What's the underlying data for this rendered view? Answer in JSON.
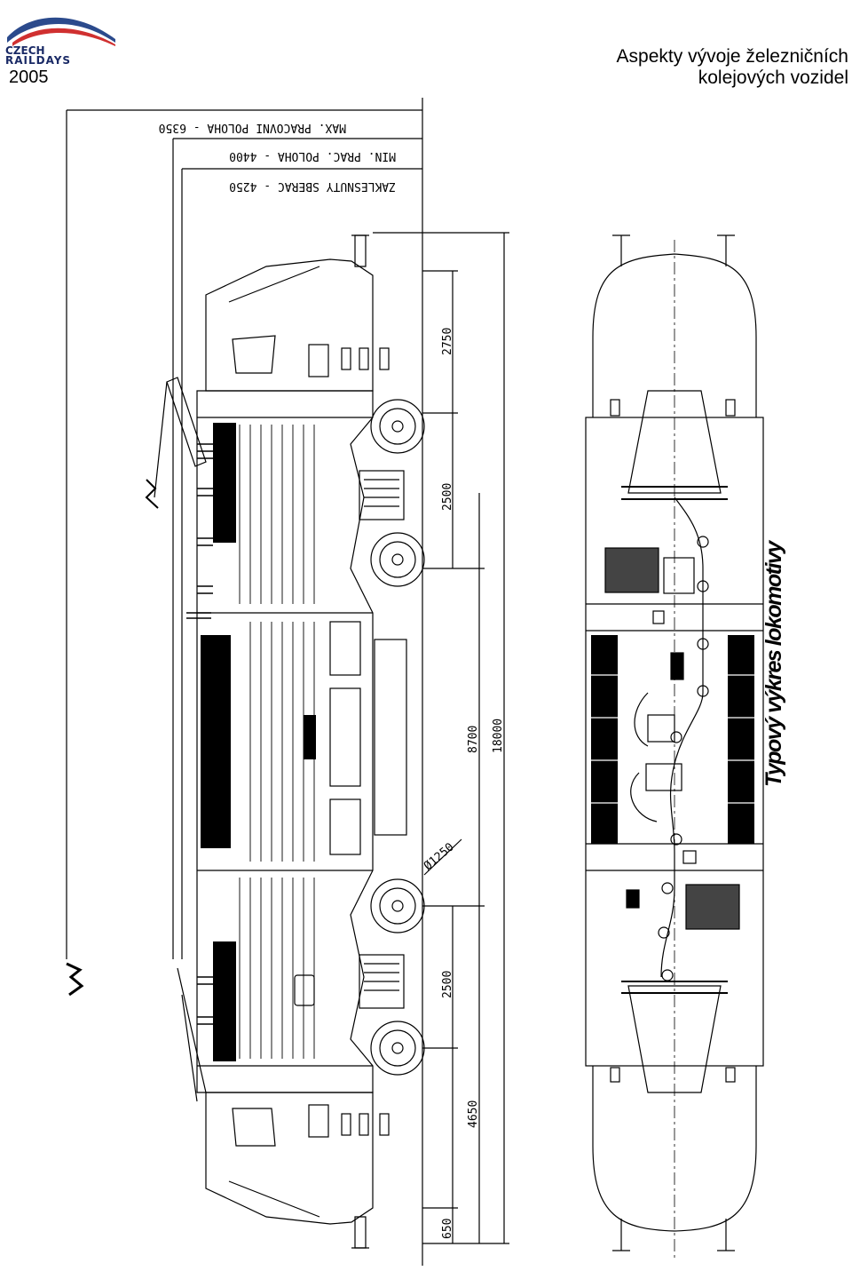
{
  "logo": {
    "line1": "CZECH",
    "line2": "RAILDAYS",
    "colors": {
      "swoosh_blue": "#2b4a8c",
      "swoosh_red": "#d03030",
      "text": "#1a2a66"
    }
  },
  "year": "2005",
  "title": {
    "line1": "Aspekty vývoje železničních",
    "line2": "kolejových vozidel"
  },
  "drawing": {
    "pantograph_labels": [
      "MAX. PRACOVNI POLOHA - 6350",
      "MIN. PRAC. POLOHA - 4400",
      "ZAKLESNUTY SBERAC - 4250"
    ],
    "dimensions": {
      "d2750": "2750",
      "d2500a": "2500",
      "d2500b": "2500",
      "d8700": "8700",
      "d18000": "18000",
      "d4650": "4650",
      "d650": "650",
      "wheel": "Ø1250"
    },
    "caption": "Typový výkres lokomotivy"
  }
}
